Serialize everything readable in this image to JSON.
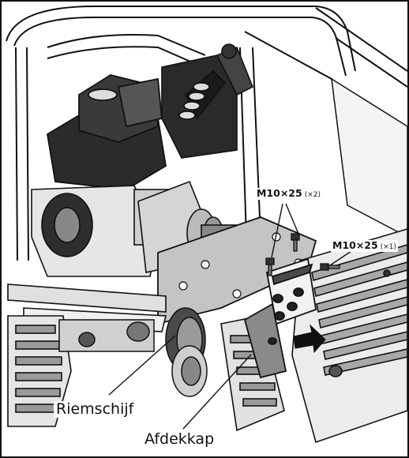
{
  "labels": {
    "bolt_upper": {
      "spec": "M10×25",
      "qty": "(×2)"
    },
    "bolt_right": {
      "spec": "M10×25",
      "qty": "(×1)"
    },
    "pulley": "Riemschijf",
    "cover": "Afdekkap"
  },
  "colors": {
    "line": "#111111",
    "panel_gray": "#bdbdbd",
    "cover_dark": "#8a8a8a",
    "arrow": "#111111"
  }
}
